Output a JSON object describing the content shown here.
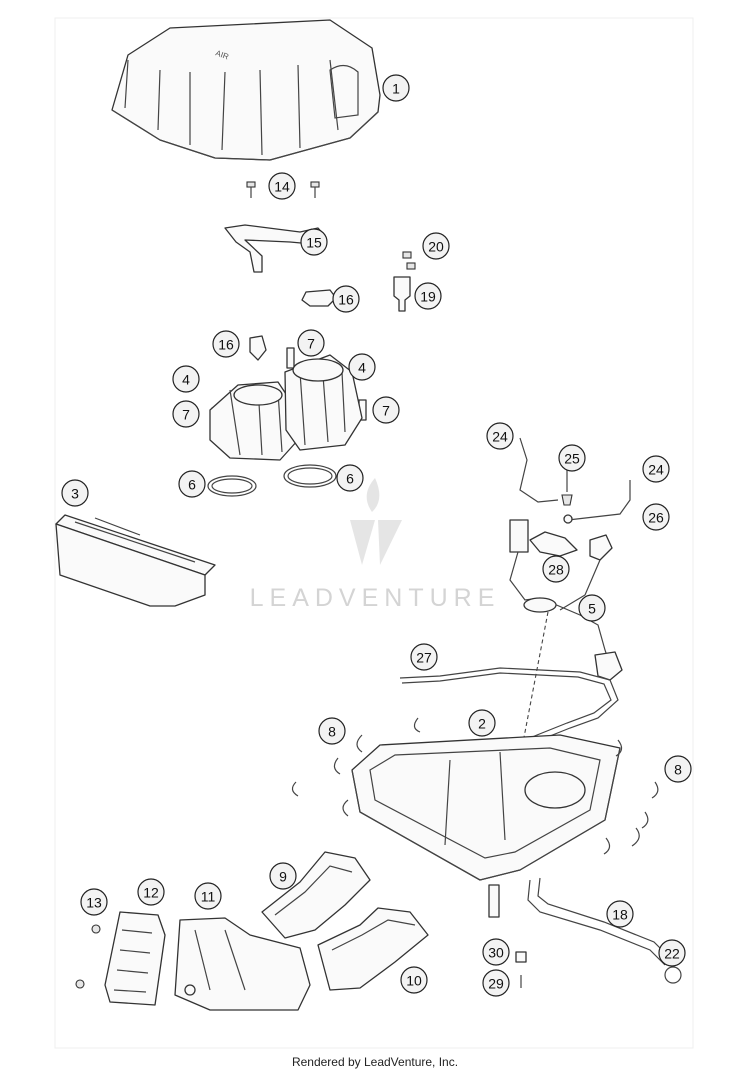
{
  "diagram": {
    "callouts": [
      {
        "label": "1"
      },
      {
        "label": "14"
      },
      {
        "label": "15"
      },
      {
        "label": "20"
      },
      {
        "label": "16"
      },
      {
        "label": "19"
      },
      {
        "label": "16"
      },
      {
        "label": "7"
      },
      {
        "label": "4"
      },
      {
        "label": "4"
      },
      {
        "label": "7"
      },
      {
        "label": "7"
      },
      {
        "label": "6"
      },
      {
        "label": "6"
      },
      {
        "label": "3"
      },
      {
        "label": "24"
      },
      {
        "label": "25"
      },
      {
        "label": "24"
      },
      {
        "label": "26"
      },
      {
        "label": "28"
      },
      {
        "label": "5"
      },
      {
        "label": "27"
      },
      {
        "label": "8"
      },
      {
        "label": "2"
      },
      {
        "label": "8"
      },
      {
        "label": "9"
      },
      {
        "label": "13"
      },
      {
        "label": "12"
      },
      {
        "label": "11"
      },
      {
        "label": "18"
      },
      {
        "label": "30"
      },
      {
        "label": "22"
      },
      {
        "label": "10"
      },
      {
        "label": "29"
      }
    ]
  },
  "watermark": "LEADVENTURE",
  "footer": "Rendered by LeadVenture, Inc."
}
